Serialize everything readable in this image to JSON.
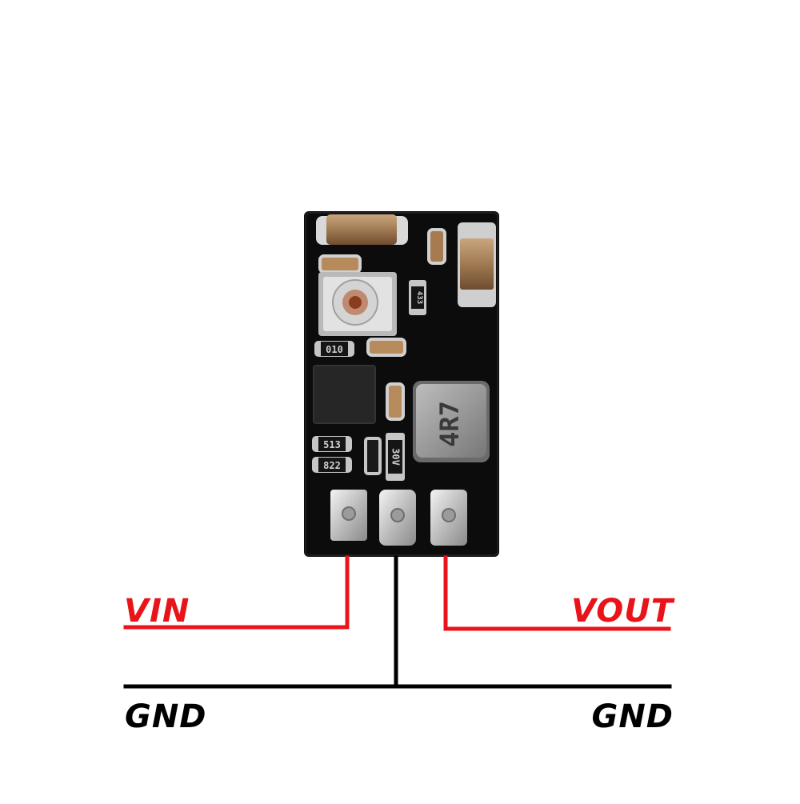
{
  "labels": {
    "vin": "VIN",
    "vout": "VOUT",
    "gnd_left": "GND",
    "gnd_right": "GND"
  },
  "markings": {
    "resistor_top": "433",
    "resistor_mid": "010",
    "resistor_lower": "513",
    "resistor_bottom": "822",
    "diode": "30V",
    "inductor": "4R7"
  },
  "colors": {
    "signal_wire": "#e8141a",
    "ground_wire": "#000000",
    "pcb": "#0c0c0c"
  }
}
